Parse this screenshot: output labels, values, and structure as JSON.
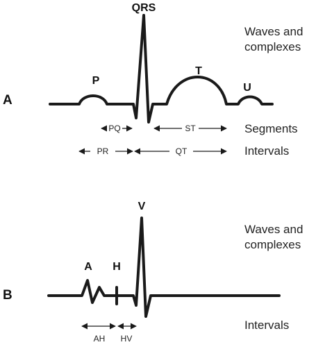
{
  "panel_a": {
    "label": "A",
    "waves": {
      "p": "P",
      "qrs": "QRS",
      "t": "T",
      "u": "U"
    },
    "side_labels": {
      "waves_line1": "Waves and",
      "waves_line2": "complexes",
      "segments": "Segments",
      "intervals": "Intervals"
    },
    "segments": {
      "pq": "PQ",
      "st": "ST"
    },
    "intervals": {
      "pr": "PR",
      "qt": "QT"
    }
  },
  "panel_b": {
    "label": "B",
    "waves": {
      "a": "A",
      "h": "H",
      "v": "V"
    },
    "side_labels": {
      "waves_line1": "Waves and",
      "waves_line2": "complexes",
      "intervals": "Intervals"
    },
    "intervals": {
      "ah": "AH",
      "hv": "HV"
    }
  }
}
